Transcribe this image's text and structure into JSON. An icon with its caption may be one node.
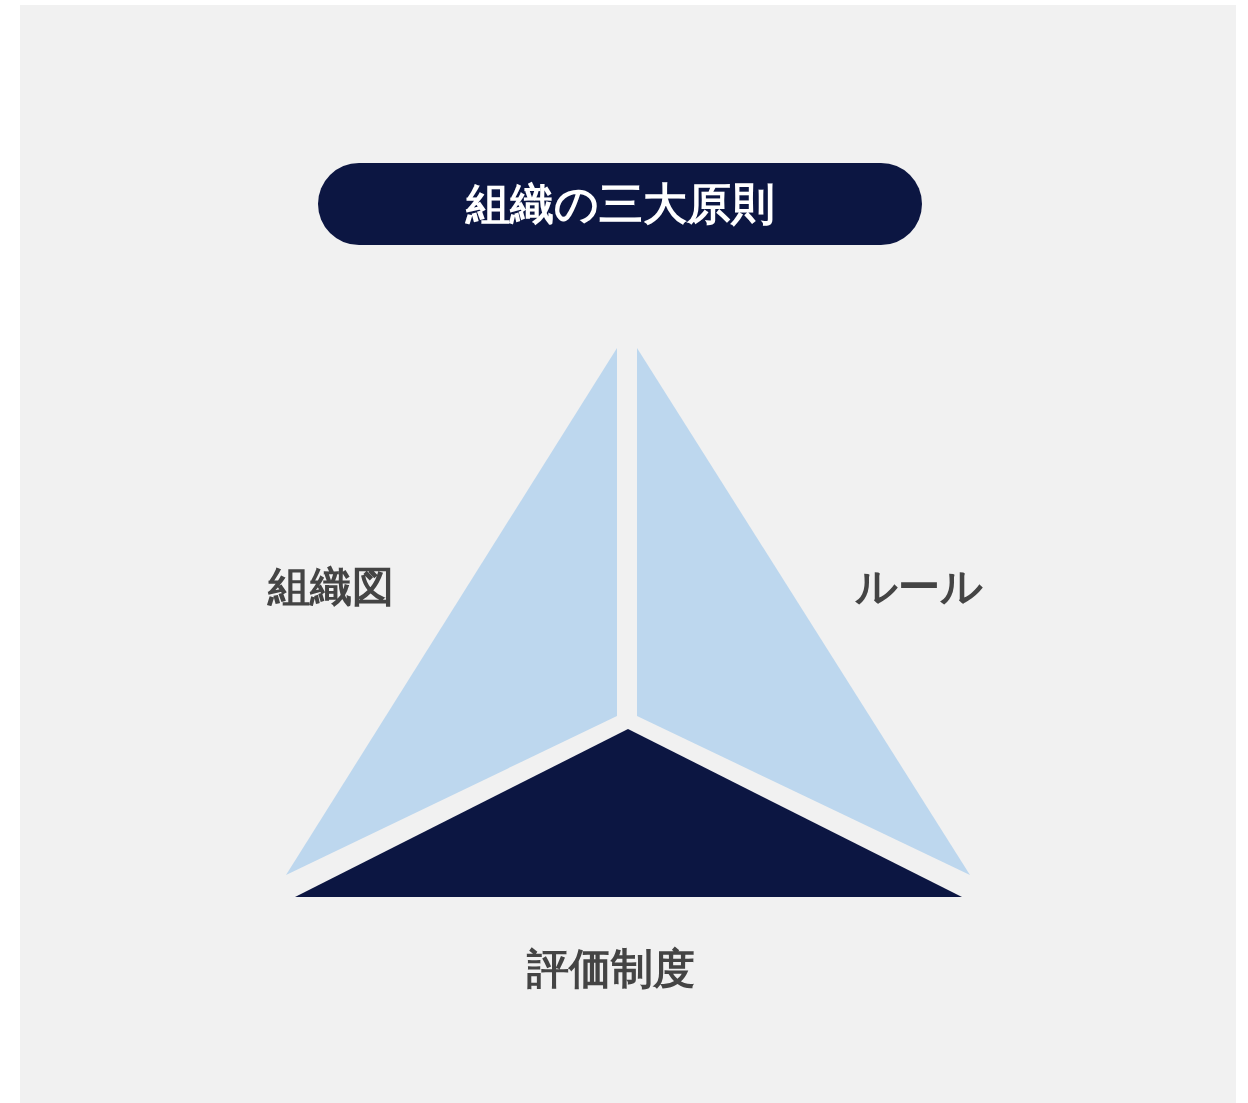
{
  "diagram": {
    "title": "組織の三大原則",
    "nodes": [
      {
        "text": [
          "組織図"
        ]
      },
      {
        "text": [
          "ルール"
        ]
      },
      {
        "text": [
          "評価制度"
        ]
      }
    ]
  }
}
